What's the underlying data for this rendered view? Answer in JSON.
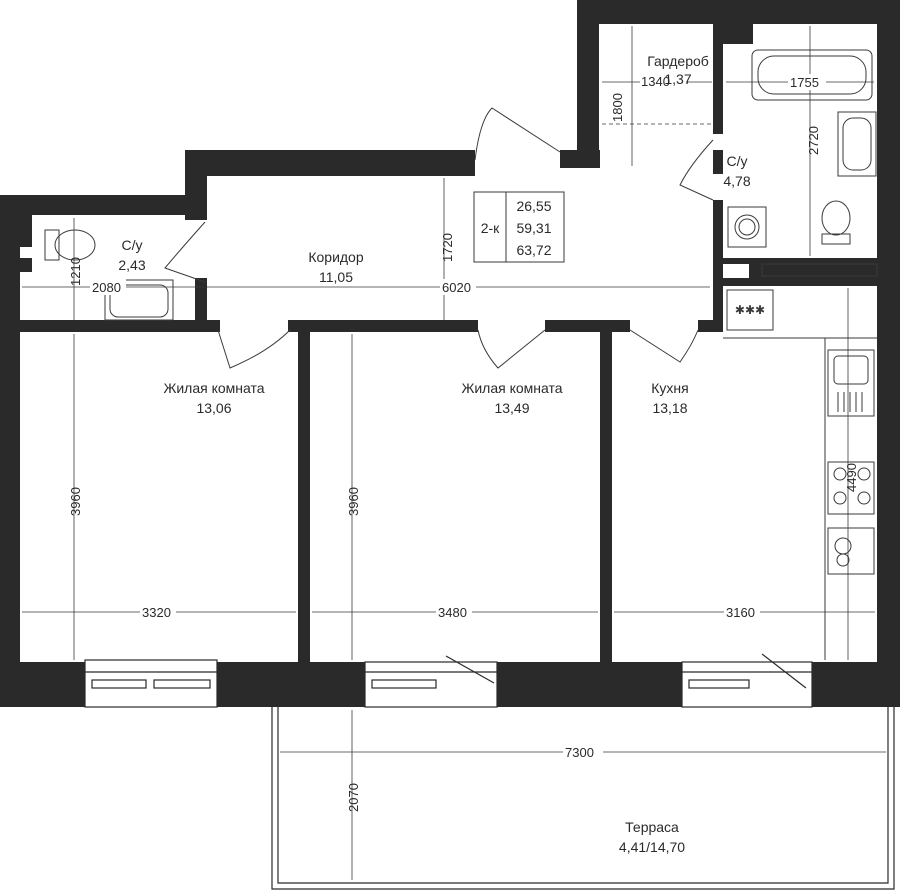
{
  "apartment": {
    "type": "2-к",
    "area_living": "26,55",
    "area_total": "59,31",
    "area_with_terrace": "63,72"
  },
  "rooms": {
    "wardrobe": {
      "name": "Гардероб",
      "area": "1,37"
    },
    "bath_large": {
      "name": "С/у",
      "area": "4,78"
    },
    "bath_small": {
      "name": "С/у",
      "area": "2,43"
    },
    "corridor": {
      "name": "Коридор",
      "area": "11,05"
    },
    "living1": {
      "name": "Жилая комната",
      "area": "13,06"
    },
    "living2": {
      "name": "Жилая комната",
      "area": "13,49"
    },
    "kitchen": {
      "name": "Кухня",
      "area": "13,18"
    },
    "terrace": {
      "name": "Терраса",
      "area": "4,41/14,70"
    }
  },
  "dimensions": {
    "wardrobe_w": "1340",
    "wardrobe_h": "1800",
    "bath_w": "1755",
    "bath_h": "2720",
    "small_bath_h": "1210",
    "small_bath_w": "2080",
    "corridor_h": "1720",
    "corridor_w": "6020",
    "living1_h": "3960",
    "living1_w": "3320",
    "living2_h": "3960",
    "living2_w": "3480",
    "kitchen_h": "4490",
    "kitchen_w": "3160",
    "terrace_w": "7300",
    "terrace_h": "2070"
  }
}
